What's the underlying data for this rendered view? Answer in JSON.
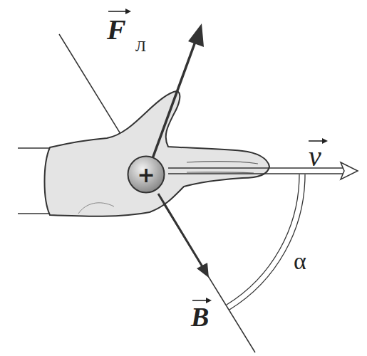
{
  "diagram": {
    "nodes": [
      {
        "text": [
          "+"
        ]
      }
    ],
    "labels": [
      "F",
      "Л",
      "v",
      "B",
      "α"
    ]
  }
}
